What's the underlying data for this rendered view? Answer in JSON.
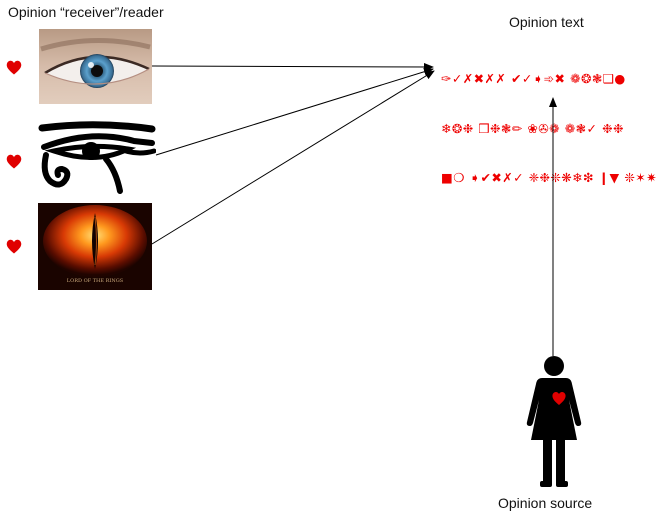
{
  "labels": {
    "receiver": "Opinion “receiver”/reader",
    "opinion_text": "Opinion text",
    "source": "Opinion source"
  },
  "opinion_text_lines": [
    "✑✓✗✖✗✗ ✔✓➧➾✖ ❁❂❃❑●",
    "❄❂❉ ❒❉❃✏ ❀✇❁ ❁❃✓ ❉❉",
    "■❍ ➧✔✖✗✓ ❈❉❊❋❄❇ ❙▼ ❊✶✷"
  ],
  "readers": [
    {
      "icon": "eye-photo"
    },
    {
      "icon": "eye-of-horus"
    },
    {
      "icon": "eye-of-sauron",
      "caption": "LORD OF THE RINGS"
    }
  ],
  "colors": {
    "heart": "#e00000",
    "opinion_text": "#ee0000",
    "arrow": "#000000",
    "silhouette": "#000000"
  }
}
